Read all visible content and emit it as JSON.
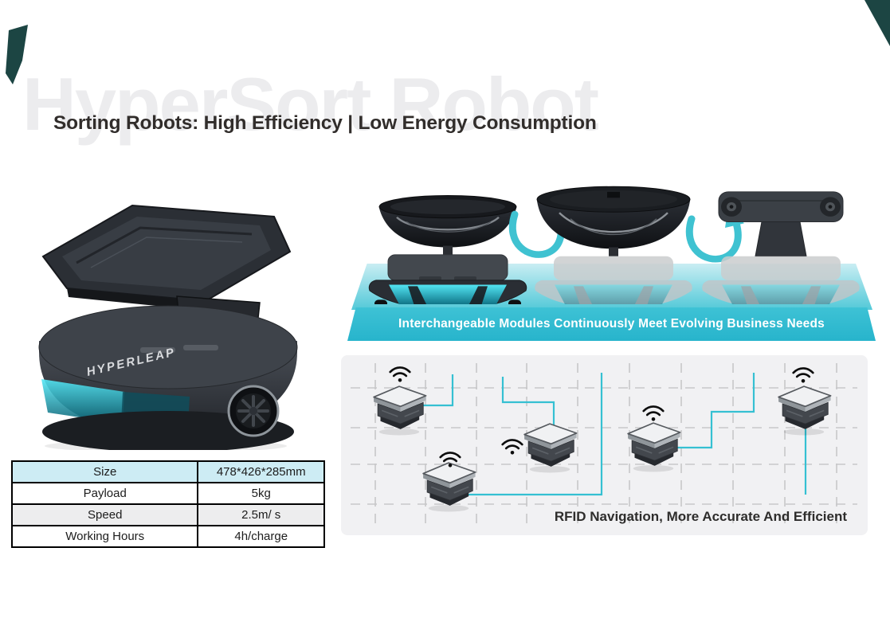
{
  "page": {
    "watermark": "HyperSort Robot",
    "heading": "Sorting Robots: High Efficiency | Low Energy Consumption"
  },
  "product_photo": {
    "brand_label": "HYPERLEAP"
  },
  "spec_table": {
    "rows": [
      {
        "label": "Size",
        "value": "478*426*285mm"
      },
      {
        "label": "Payload",
        "value": "5kg"
      },
      {
        "label": "Speed",
        "value": "2.5m/ s"
      },
      {
        "label": "Working Hours",
        "value": "4h/charge"
      }
    ]
  },
  "modules_section": {
    "caption": "Interchangeable Modules Continuously Meet Evolving Business Needs"
  },
  "rfid_section": {
    "caption": "RFID Navigation, More Accurate And Efficient"
  },
  "icons": {
    "wifi": "wifi-icon",
    "swap_arrow": "swap-arrow-icon"
  },
  "colors": {
    "accent_teal": "#29b7ce",
    "line_teal": "#35c0d2",
    "corner_teal_dark": "#1c4543",
    "table_header_bg": "#cdecf4",
    "table_alt_row_bg": "#ededee",
    "panel_bg": "#f1f1f3",
    "watermark_gray": "#ececee"
  }
}
